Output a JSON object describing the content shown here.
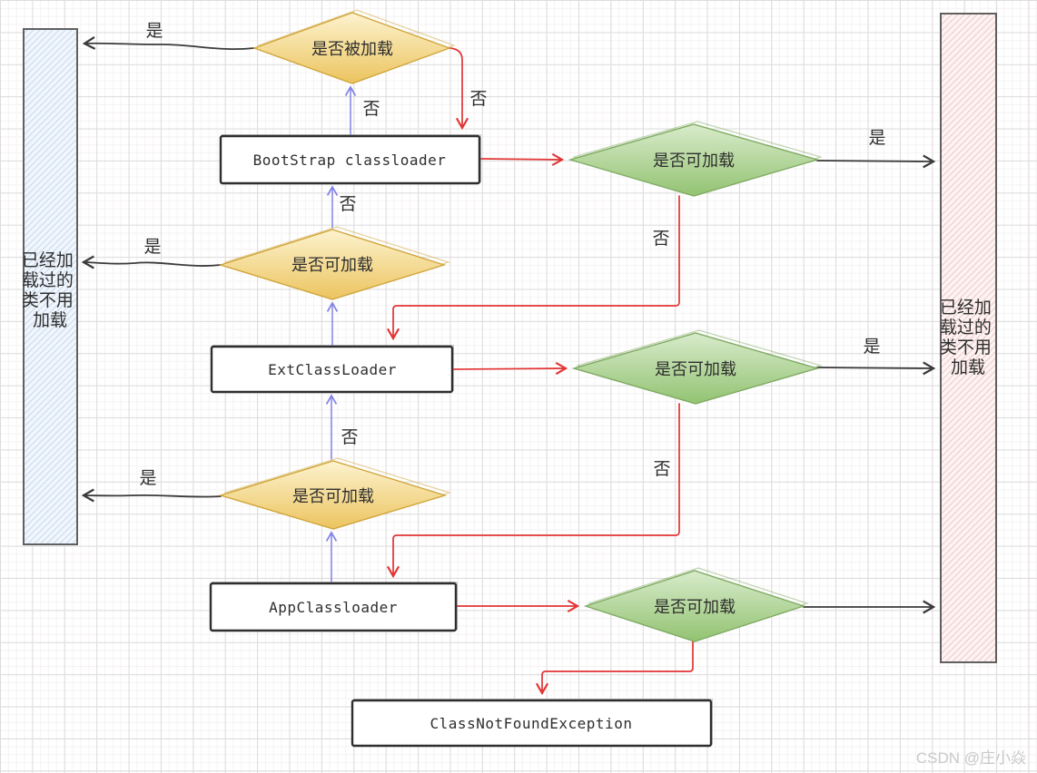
{
  "diagram": {
    "panels": {
      "left": {
        "lines": [
          "已经加",
          "载过的",
          "类不用",
          "加载"
        ]
      },
      "right": {
        "lines": [
          "已经加",
          "载过的",
          "类不用",
          "加载"
        ]
      }
    },
    "nodes": {
      "bootstrap_loaded_check": {
        "label": "是否被加载"
      },
      "bootstrap_box": {
        "label": "BootStrap classloader"
      },
      "bootstrap_can_load_check": {
        "label": "是否可加载"
      },
      "ext_delegate_check": {
        "label": "是否可加载"
      },
      "ext_box": {
        "label": "ExtClassLoader"
      },
      "ext_can_load_check": {
        "label": "是否可加载"
      },
      "app_delegate_check": {
        "label": "是否可加载"
      },
      "app_box": {
        "label": "AppClassloader"
      },
      "app_can_load_check": {
        "label": "是否可加载"
      },
      "exception_box": {
        "label": "ClassNotFoundException"
      }
    },
    "edge_labels": {
      "yes": [
        "是",
        "是",
        "是",
        "是",
        "是"
      ],
      "no": [
        "否",
        "否",
        "否",
        "否",
        "否",
        "否"
      ]
    },
    "watermark": "CSDN @庄小焱",
    "colors": {
      "red": "#e23434",
      "blue": "#8282e8",
      "black": "#3a3a3a",
      "yellow_top": "#fdf3cf",
      "yellow_bottom": "#ecc45f",
      "yellow_stroke": "#d0a63c",
      "green_top": "#d8ebcb",
      "green_bottom": "#93c372",
      "green_stroke": "#7fab62",
      "panel_left_fill": "#f1f6fc",
      "panel_left_hatch": "#c6daef",
      "panel_right_fill": "#fdf3f3",
      "panel_right_hatch": "#f0c9c9",
      "panel_stroke": "#606060",
      "box_fill": "#ffffff",
      "box_stroke": "#2e2e2e",
      "text": "#2e2e2e",
      "watermark": "#c9c9c9"
    }
  }
}
